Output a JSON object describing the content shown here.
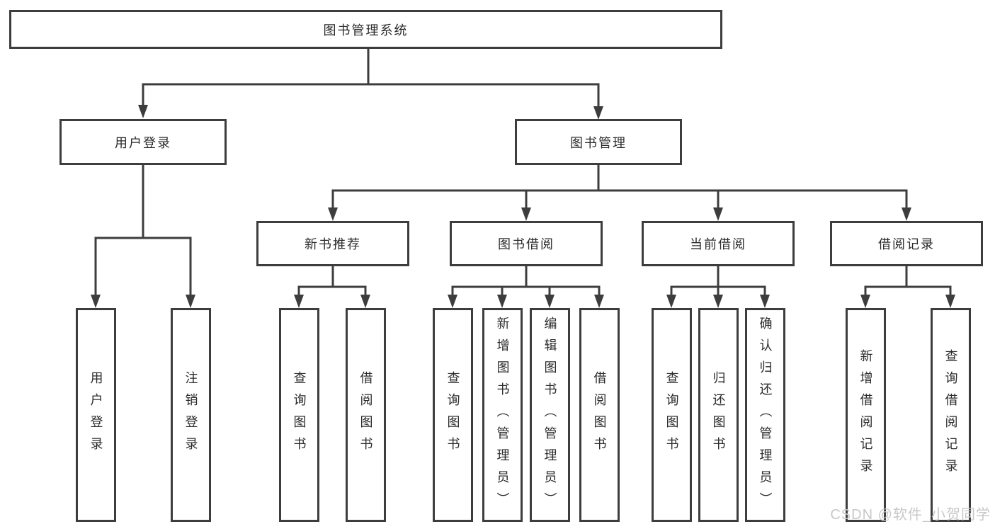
{
  "diagram": {
    "root": {
      "label": "图书管理系统"
    },
    "branches": [
      {
        "label": "用户登录",
        "children": [
          {
            "label": "用户登录"
          },
          {
            "label": "注销登录"
          }
        ]
      },
      {
        "label": "图书管理",
        "children": [
          {
            "label": "新书推荐",
            "children": [
              {
                "label": "查询图书"
              },
              {
                "label": "借阅图书"
              }
            ]
          },
          {
            "label": "图书借阅",
            "children": [
              {
                "label": "查询图书"
              },
              {
                "label": "新增图书（管理员）"
              },
              {
                "label": "编辑图书（管理员）"
              },
              {
                "label": "借阅图书"
              }
            ]
          },
          {
            "label": "当前借阅",
            "children": [
              {
                "label": "查询图书"
              },
              {
                "label": "归还图书"
              },
              {
                "label": "确认归还（管理员）"
              }
            ]
          },
          {
            "label": "借阅记录",
            "children": [
              {
                "label": "新增借阅记录"
              },
              {
                "label": "查询借阅记录"
              }
            ]
          }
        ]
      }
    ]
  },
  "watermark": {
    "text": "CSDN @软件_小贺同学"
  },
  "colors": {
    "line": "#3d3d3d",
    "border": "#3d3d3d",
    "text": "#2b2b2b",
    "watermark": "#c8c8c8",
    "background": "#ffffff"
  }
}
